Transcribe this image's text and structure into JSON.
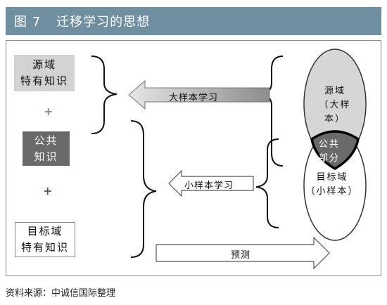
{
  "figure": {
    "number": "图 7",
    "title": "迁移学习的思想"
  },
  "left_boxes": {
    "source": [
      "源域",
      "特有知识"
    ],
    "common": [
      "公共",
      "知识"
    ],
    "target": [
      "目标域",
      "特有知识"
    ]
  },
  "plus_signs": [
    "+",
    "+"
  ],
  "arrows": {
    "large": "大样本学习",
    "small": "小样本学习",
    "predict": "预测"
  },
  "venn": {
    "source": [
      "源域",
      "（大样本）"
    ],
    "common": [
      "公共",
      "部分"
    ],
    "target": [
      "目标域",
      "（小样本）"
    ]
  },
  "source_note": "资料来源：中诚信国际整理",
  "colors": {
    "header": "#6f8ea0",
    "source_box": "#d2d2d2",
    "common_box": "#6a6a6a"
  }
}
